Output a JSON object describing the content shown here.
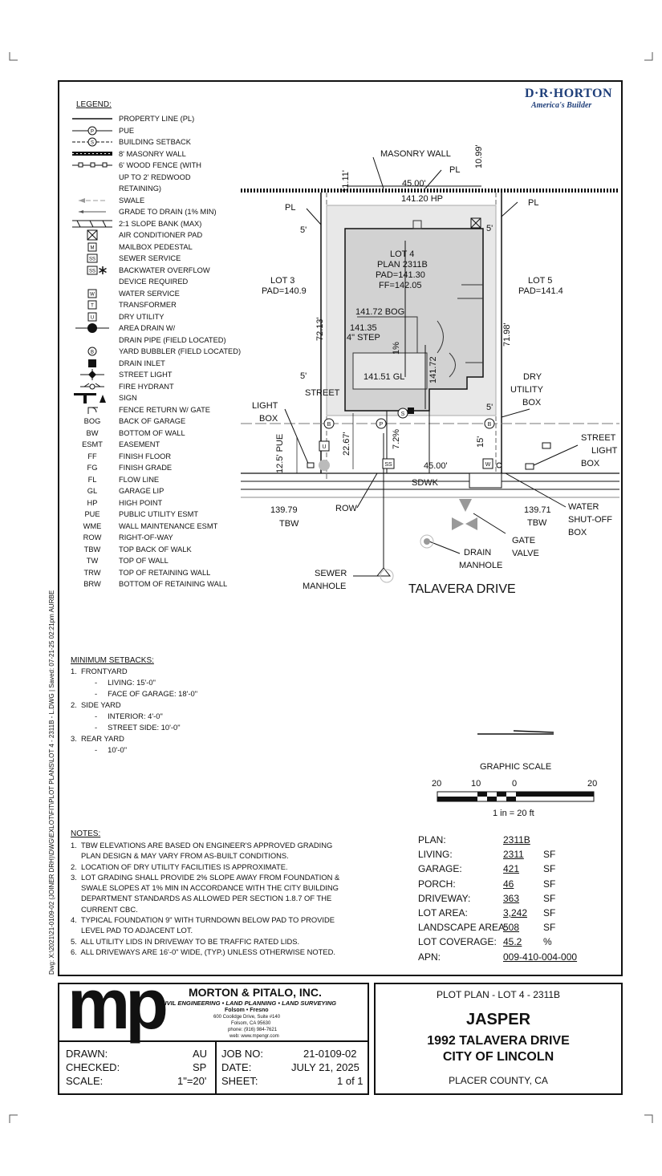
{
  "brand": {
    "name": "D·R·HORTON",
    "tagline": "America's Builder"
  },
  "legend": {
    "title": "LEGEND:",
    "items": [
      "PROPERTY LINE (PL)",
      "PUE",
      "BUILDING SETBACK",
      "8' MASONRY WALL",
      "6' WOOD FENCE (WITH",
      "UP TO 2' REDWOOD",
      "RETAINING)",
      "SWALE",
      "GRADE TO DRAIN (1% MIN)",
      "2:1 SLOPE BANK (MAX)",
      "AIR CONDITIONER PAD",
      "MAILBOX PEDESTAL",
      "SEWER SERVICE",
      "BACKWATER OVERFLOW",
      "DEVICE REQUIRED",
      "WATER SERVICE",
      "TRANSFORMER",
      "DRY UTILITY",
      "AREA DRAIN W/",
      "DRAIN PIPE (FIELD LOCATED)",
      "YARD BUBBLER (FIELD LOCATED)",
      "DRAIN INLET",
      "STREET LIGHT",
      "FIRE HYDRANT",
      "SIGN",
      "FENCE RETURN W/ GATE"
    ],
    "symbol_letters": {
      "pue": "P",
      "setback": "S",
      "mailbox": "M",
      "sewer": "SS",
      "backwater": "SS",
      "water": "W",
      "transformer": "T",
      "dry": "U",
      "bubbler": "B"
    },
    "abbreviations": [
      [
        "BOG",
        "BACK OF GARAGE"
      ],
      [
        "BW",
        "BOTTOM OF WALL"
      ],
      [
        "ESMT",
        "EASEMENT"
      ],
      [
        "FF",
        "FINISH FLOOR"
      ],
      [
        "FG",
        "FINISH GRADE"
      ],
      [
        "FL",
        "FLOW LINE"
      ],
      [
        "GL",
        "GARAGE LIP"
      ],
      [
        "HP",
        "HIGH POINT"
      ],
      [
        "PUE",
        "PUBLIC UTILITY ESMT"
      ],
      [
        "WME",
        "WALL MAINTENANCE ESMT"
      ],
      [
        "ROW",
        "RIGHT-OF-WAY"
      ],
      [
        "TBW",
        "TOP BACK OF WALK"
      ],
      [
        "TW",
        "TOP OF WALL"
      ],
      [
        "TRW",
        "TOP OF RETAINING WALL"
      ],
      [
        "BRW",
        "BOTTOM OF RETAINING WALL"
      ]
    ]
  },
  "plan": {
    "masonry_wall": "MASONRY WALL",
    "pl": "PL",
    "dim_11": "11.11'",
    "dim_10": "10.99'",
    "rear_width": "45.00'",
    "hp": "141.20 HP",
    "five": "5'",
    "lot3": [
      "LOT 3",
      "PAD=140.9"
    ],
    "lot5": [
      "LOT 5",
      "PAD=141.4"
    ],
    "lot4": [
      "LOT 4",
      "PLAN 2311B",
      "PAD=141.30",
      "FF=142.05"
    ],
    "bog": "141.72 BOG",
    "step": [
      "141.35",
      "4\" STEP"
    ],
    "one_pct": "1%",
    "side_141": "141.72",
    "dim_72_13": "72.13'",
    "dim_71_98": "71.98'",
    "gl": "141.51 GL",
    "street_light_box": [
      "STREET",
      "LIGHT",
      "BOX"
    ],
    "dry_utility_box": [
      "DRY",
      "UTILITY",
      "BOX"
    ],
    "pue_dim": "12.5' PUE",
    "dim_22_67": "22.67'",
    "slope": "7.2%",
    "front_width": "45.00'",
    "fifteen": "15'",
    "sdwk": "SDWK",
    "tbw_left": [
      "139.79",
      "TBW"
    ],
    "row": "ROW",
    "tbw_right": [
      "139.71",
      "TBW"
    ],
    "water_shutoff": [
      "WATER",
      "SHUT-OFF",
      "BOX"
    ],
    "gate_valve": [
      "GATE",
      "VALVE"
    ],
    "drain_manhole": [
      "DRAIN",
      "MANHOLE"
    ],
    "sewer_manhole": [
      "SEWER",
      "MANHOLE"
    ],
    "street_name": "TALAVERA DRIVE",
    "letters": {
      "b": "B",
      "p": "P",
      "s": "S",
      "u": "U",
      "ss": "SS",
      "w": "W"
    }
  },
  "side_stamp": "Dwg: X:\\2021\\21-0109-02 (JOINER DRH)\\DWG\\EXLOT\\FIT\\PLOT PLANS\\LOT 4 - 2311B - L.DWG  |  Saved: 07-21-25 02:21pm AURBE",
  "setbacks": {
    "title": "MINIMUM SETBACKS:",
    "lines": [
      "1.  FRONTYARD",
      "-     LIVING: 15'-0\"",
      "-     FACE OF GARAGE: 18'-0\"",
      "2.  SIDE YARD",
      "-     INTERIOR: 4'-0\"",
      "-     STREET SIDE: 10'-0\"",
      "3.  REAR YARD",
      "-     10'-0\""
    ]
  },
  "graphic_scale": {
    "title": "GRAPHIC SCALE",
    "ticks": [
      "20",
      "10",
      "0",
      "20"
    ],
    "ratio": "1 in = 20 ft"
  },
  "notes": {
    "title": "NOTES:",
    "lines": [
      "1.  TBW ELEVATIONS ARE BASED ON ENGINEER'S APPROVED GRADING",
      "     PLAN DESIGN & MAY VARY FROM AS-BUILT CONDITIONS.",
      "2.  LOCATION OF DRY UTILITY FACILITIES IS APPROXIMATE.",
      "3.  LOT GRADING SHALL PROVIDE 2% SLOPE AWAY FROM FOUNDATION &",
      "     SWALE SLOPES AT 1% MIN IN ACCORDANCE WITH THE CITY BUILDING",
      "     DEPARTMENT STANDARDS AS ALLOWED PER SECTION 1.8.7 OF THE",
      "     CURRENT CBC.",
      "4.  TYPICAL FOUNDATION 9\" WITH TURNDOWN BELOW PAD TO PROVIDE",
      "     LEVEL PAD TO ADJACENT LOT.",
      "5.  ALL UTILITY LIDS IN DRIVEWAY TO BE TRAFFIC RATED LIDS.",
      "6.  ALL DRIVEWAYS ARE 16'-0\" WIDE, (TYP.) UNLESS OTHERWISE NOTED."
    ]
  },
  "stats": [
    {
      "label": "PLAN:",
      "value": "2311B",
      "unit": ""
    },
    {
      "label": "LIVING:",
      "value": "2311",
      "unit": "SF"
    },
    {
      "label": "GARAGE:",
      "value": "421",
      "unit": "SF"
    },
    {
      "label": "PORCH:",
      "value": "46",
      "unit": "SF"
    },
    {
      "label": "DRIVEWAY:",
      "value": "363",
      "unit": "SF"
    },
    {
      "label": "LOT AREA:",
      "value": "3,242",
      "unit": "SF"
    },
    {
      "label": "LANDSCAPE AREA:",
      "value": "508",
      "unit": "SF"
    },
    {
      "label": "LOT COVERAGE:",
      "value": "45.2",
      "unit": "%"
    },
    {
      "label": "APN:",
      "value": "009-410-004-000",
      "unit": ""
    }
  ],
  "firm": {
    "logo": "mp",
    "name": "MORTON & PITALO, INC.",
    "services": "CIVIL ENGINEERING • LAND PLANNING • LAND SURVEYING",
    "offices": "Folsom  •  Fresno",
    "address1": "600 Coolidge Drive, Suite #140",
    "address2": "Folsom, CA 95630",
    "phone": "phone: (916) 984-7621",
    "web": "web: www.mpengr.com"
  },
  "title_block": {
    "drawn_label": "DRAWN:",
    "drawn": "AU",
    "checked_label": "CHECKED:",
    "checked": "SP",
    "scale_label": "SCALE:",
    "scale": "1\"=20'",
    "job_label": "JOB NO:",
    "job": "21-0109-02",
    "date_label": "DATE:",
    "date": "JULY 21, 2025",
    "sheet_label": "SHEET:",
    "sheet": "1 of 1",
    "plot_plan": "PLOT  PLAN - LOT 4 - 2311B",
    "project": "JASPER",
    "address": "1992 TALAVERA DRIVE",
    "city": "CITY OF LINCOLN",
    "county": "PLACER COUNTY, CA"
  }
}
